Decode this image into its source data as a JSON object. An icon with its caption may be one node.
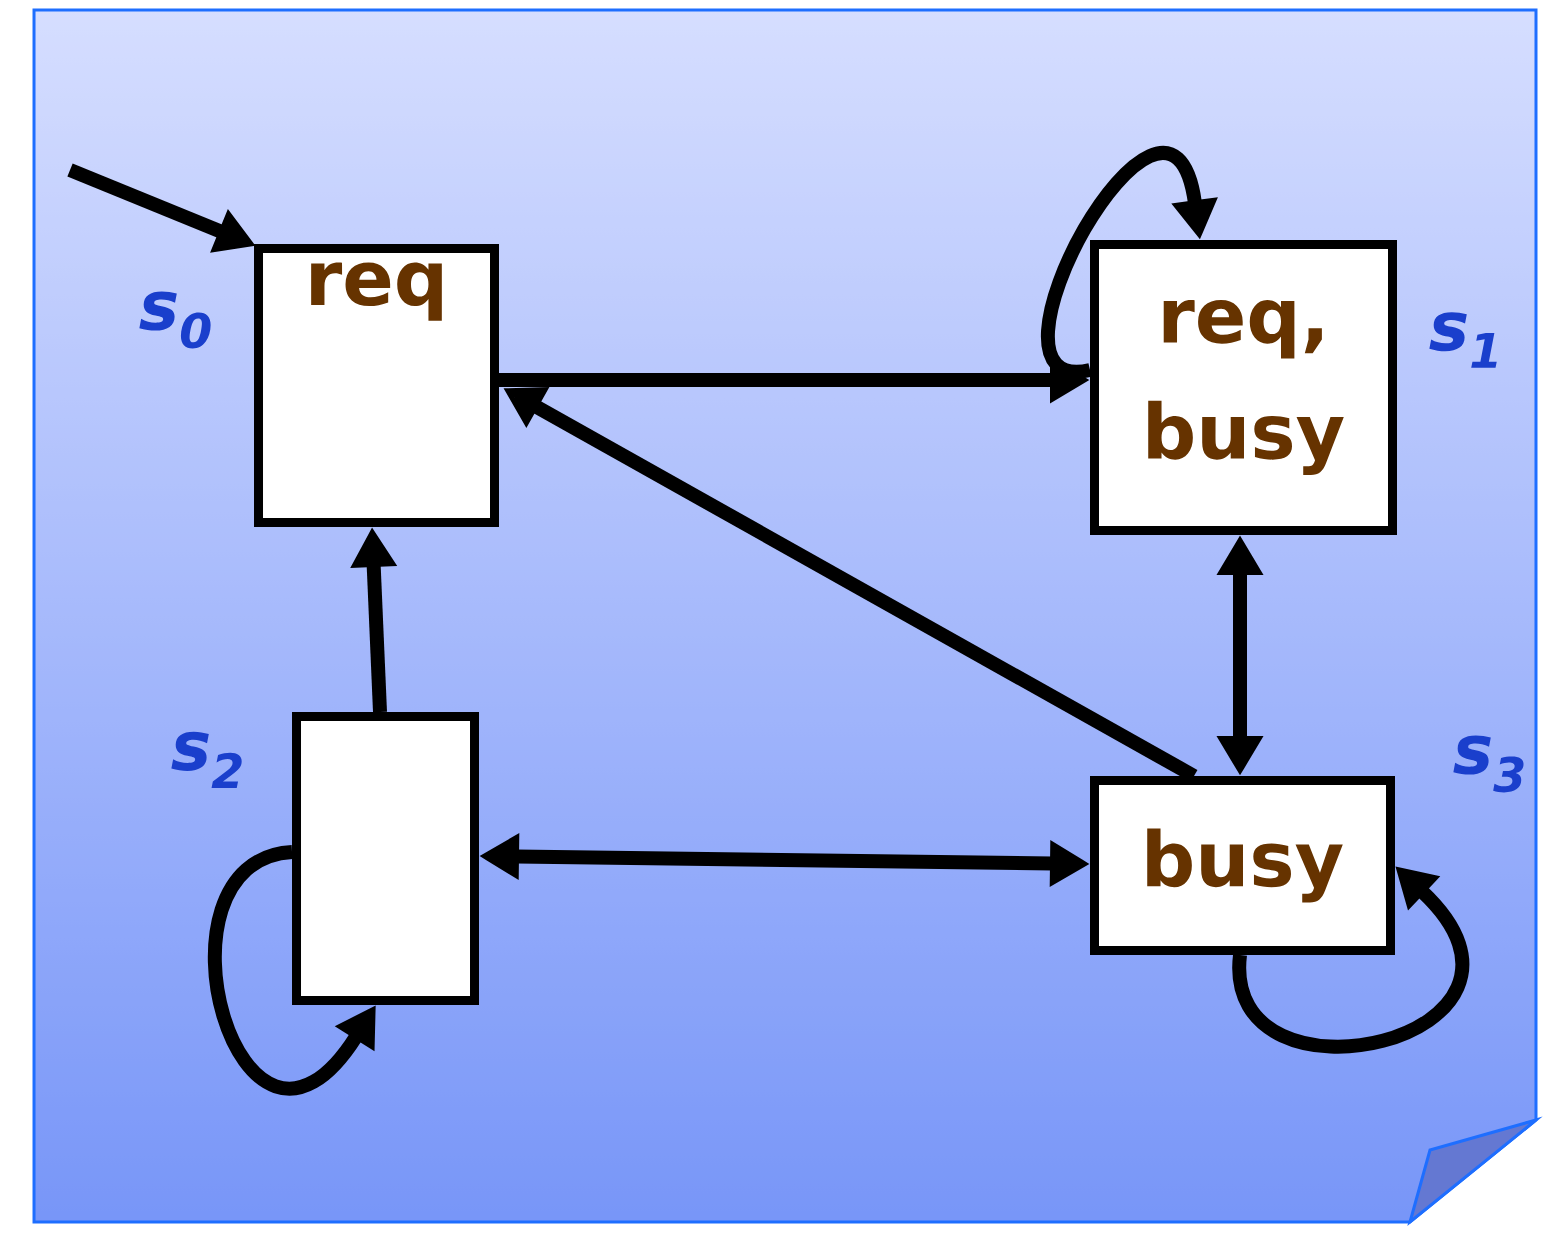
{
  "diagram": {
    "nodes": [
      {
        "text": [
          "req"
        ],
        "beside": [
          "s$_{0}$"
        ]
      },
      {
        "text": [
          "req, busy"
        ],
        "beside": [
          "s$_{1}$"
        ]
      },
      {
        "text": [],
        "shape": "box",
        "beside": [
          "s$_{2}$"
        ]
      },
      {
        "text": [
          "busy"
        ],
        "beside": [
          "s$_{3}$"
        ]
      }
    ],
    "edges": [
      {
        "from": null,
        "to": 0,
        "arrow": "to"
      },
      {
        "from": 0,
        "to": 1,
        "arrow": "to"
      },
      {
        "from": 1,
        "to": 1,
        "arrow": "to"
      },
      {
        "from": 3,
        "to": 0,
        "arrow": "to"
      },
      {
        "from": 1,
        "to": 3,
        "arrow": "both"
      },
      {
        "from": 2,
        "to": 0,
        "arrow": "to"
      },
      {
        "from": 2,
        "to": 2,
        "arrow": "to"
      },
      {
        "from": 2,
        "to": 3,
        "arrow": "both"
      },
      {
        "from": 3,
        "to": 3,
        "arrow": "to"
      }
    ]
  }
}
